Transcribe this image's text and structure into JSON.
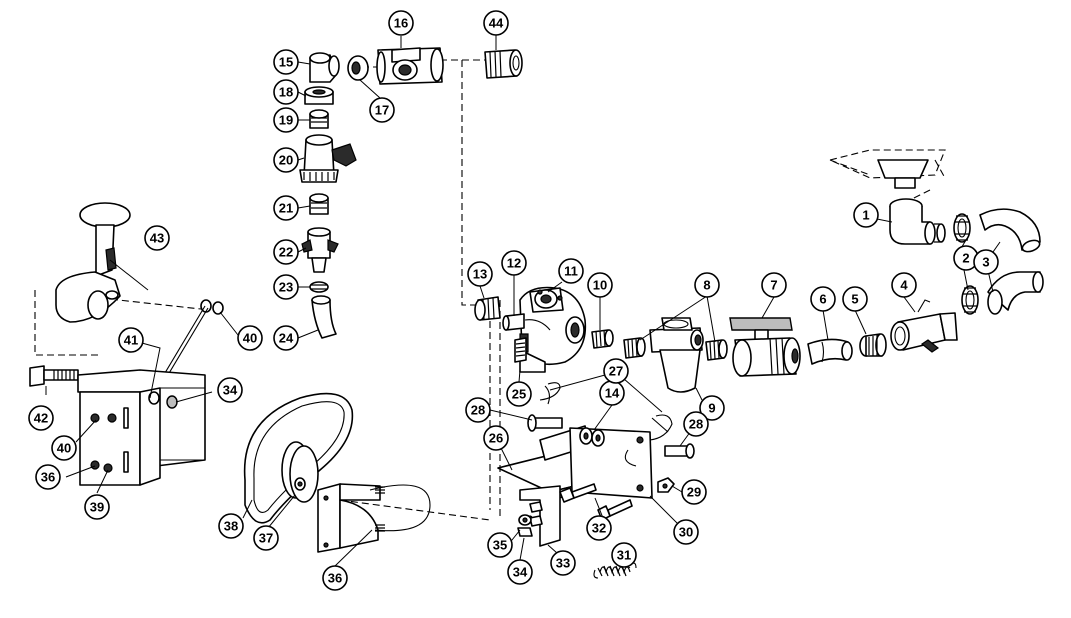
{
  "callouts": [
    "1",
    "2",
    "3",
    "4",
    "5",
    "6",
    "7",
    "8",
    "9",
    "10",
    "11",
    "12",
    "13",
    "14",
    "15",
    "16",
    "17",
    "18",
    "19",
    "20",
    "21",
    "22",
    "23",
    "24",
    "25",
    "26",
    "27",
    "28",
    "28",
    "29",
    "30",
    "31",
    "32",
    "33",
    "34",
    "34",
    "35",
    "36",
    "36",
    "37",
    "38",
    "39",
    "40",
    "40",
    "41",
    "42",
    "43",
    "44"
  ]
}
